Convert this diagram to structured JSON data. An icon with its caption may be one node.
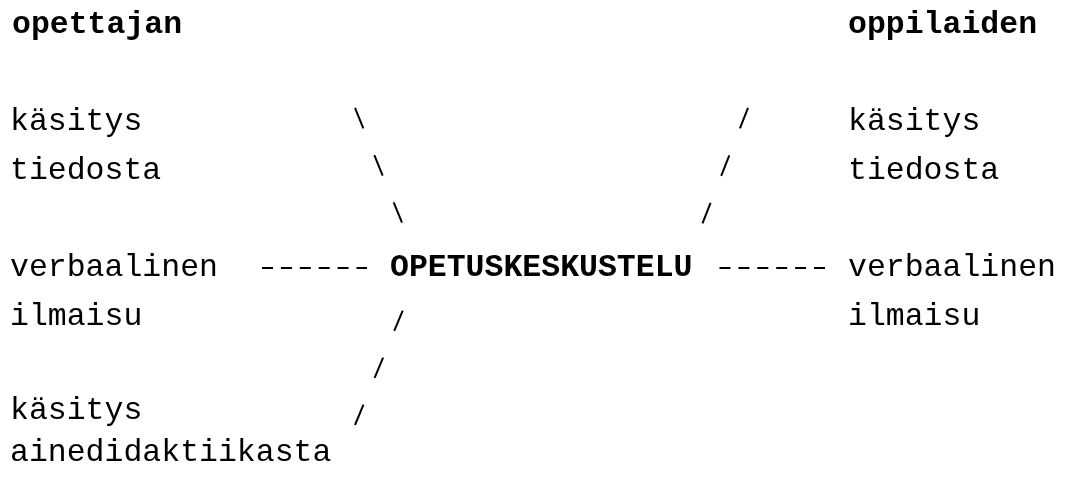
{
  "diagram": {
    "nodes": [
      {
        "text": [
          "käsitys tiedosta"
        ]
      },
      {
        "text": [
          "käsitys tiedosta"
        ]
      },
      {
        "text": [
          "verbaalinen ilmaisu"
        ]
      },
      {
        "text": [
          "OPETUSKESKUSTELU"
        ]
      },
      {
        "text": [
          "verbaalinen ilmaisu"
        ]
      },
      {
        "text": [
          "käsitys ainedidaktiikasta"
        ]
      }
    ],
    "edges": [
      {
        "from": 0,
        "to": 3,
        "arrow": "none"
      },
      {
        "from": 1,
        "to": 3,
        "arrow": "none"
      },
      {
        "from": 2,
        "to": 3,
        "arrow": "none"
      },
      {
        "from": 4,
        "to": 3,
        "arrow": "none"
      },
      {
        "from": 5,
        "to": 3,
        "arrow": "none"
      }
    ],
    "labels": [
      "opettajan",
      "oppilaiden"
    ]
  }
}
